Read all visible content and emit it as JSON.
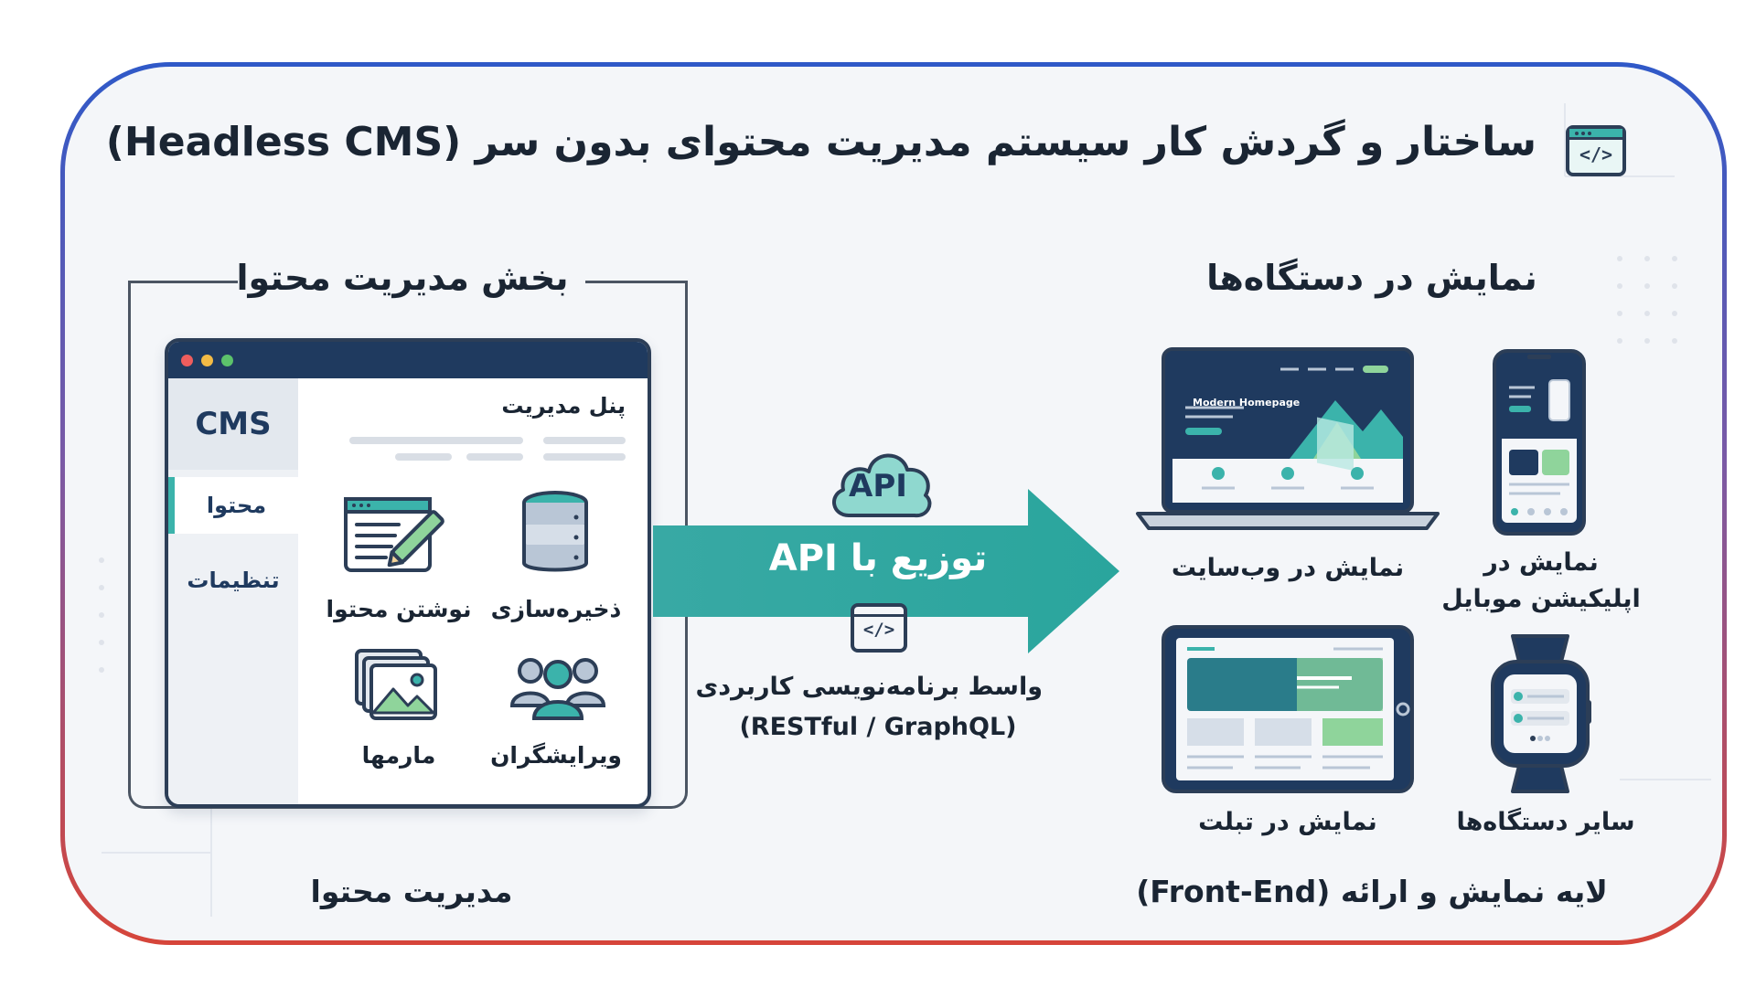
{
  "title": "ساختار و گردش کار سیستم مدیریت محتوای بدون سر (Headless CMS)",
  "title_icon": {
    "code": "</>"
  },
  "left_section": {
    "heading": "بخش مدیریت محتوا",
    "cms_window": {
      "sidebar": {
        "brand": "CMS",
        "items": [
          {
            "label": "محتوا",
            "active": true
          },
          {
            "label": "تنظیمات",
            "active": false
          }
        ]
      },
      "panel_label": "پنل مدیریت",
      "tiles": [
        {
          "label": "نوشتن محتوا",
          "icon": "pencil-document-icon"
        },
        {
          "label": "ذخیره‌سازی",
          "icon": "database-icon"
        },
        {
          "label": "مارمها",
          "icon": "image-gallery-icon"
        },
        {
          "label": "ویرایشگران",
          "icon": "users-group-icon"
        }
      ]
    },
    "footer": "مدیریت محتوا"
  },
  "middle": {
    "cloud_label": "API",
    "arrow_label": "توزیع با API",
    "code_icon": "</>",
    "description": "واسط برنامه‌نویسی کاربردی",
    "description_2": "(RESTful / GraphQL)"
  },
  "right_section": {
    "heading": "نمایش در دستگاه‌ها",
    "devices": [
      {
        "label": "نمایش در وب‌سایت",
        "icon": "laptop-icon",
        "screen_text": "Modern Homepage"
      },
      {
        "label_line1": "نمایش در",
        "label_line2": "اپلیکیشن موبایل",
        "icon": "smartphone-icon"
      },
      {
        "label": "نمایش در تبلت",
        "icon": "tablet-icon"
      },
      {
        "label": "سایر دستگاه‌ها",
        "icon": "smartwatch-icon"
      }
    ],
    "footer": "لایه نمایش و ارائه (Front-End)"
  },
  "colors": {
    "navy": "#1f3a5f",
    "teal": "#3bb3ab",
    "border_top": "#2f59c8",
    "border_bottom": "#d6453a"
  }
}
